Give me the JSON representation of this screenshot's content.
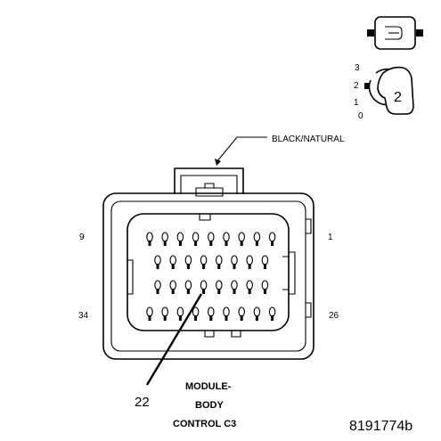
{
  "figure_id": "8191774b",
  "connector": {
    "color_label": "BLACK/NATURAL",
    "title_lines": [
      "MODULE-",
      "BODY",
      "CONTROL C3"
    ],
    "pin_labels": {
      "top_left": "9",
      "top_right": "1",
      "bottom_left": "34",
      "bottom_right": "26"
    },
    "callout_pin": "22",
    "row_pin_counts": [
      9,
      8,
      8,
      9
    ]
  },
  "lock_indicator": {
    "positions": [
      "3",
      "2",
      "1",
      "0"
    ],
    "selected": "2"
  },
  "icons": [
    "connector-face-icon",
    "connector-lock-icon"
  ]
}
